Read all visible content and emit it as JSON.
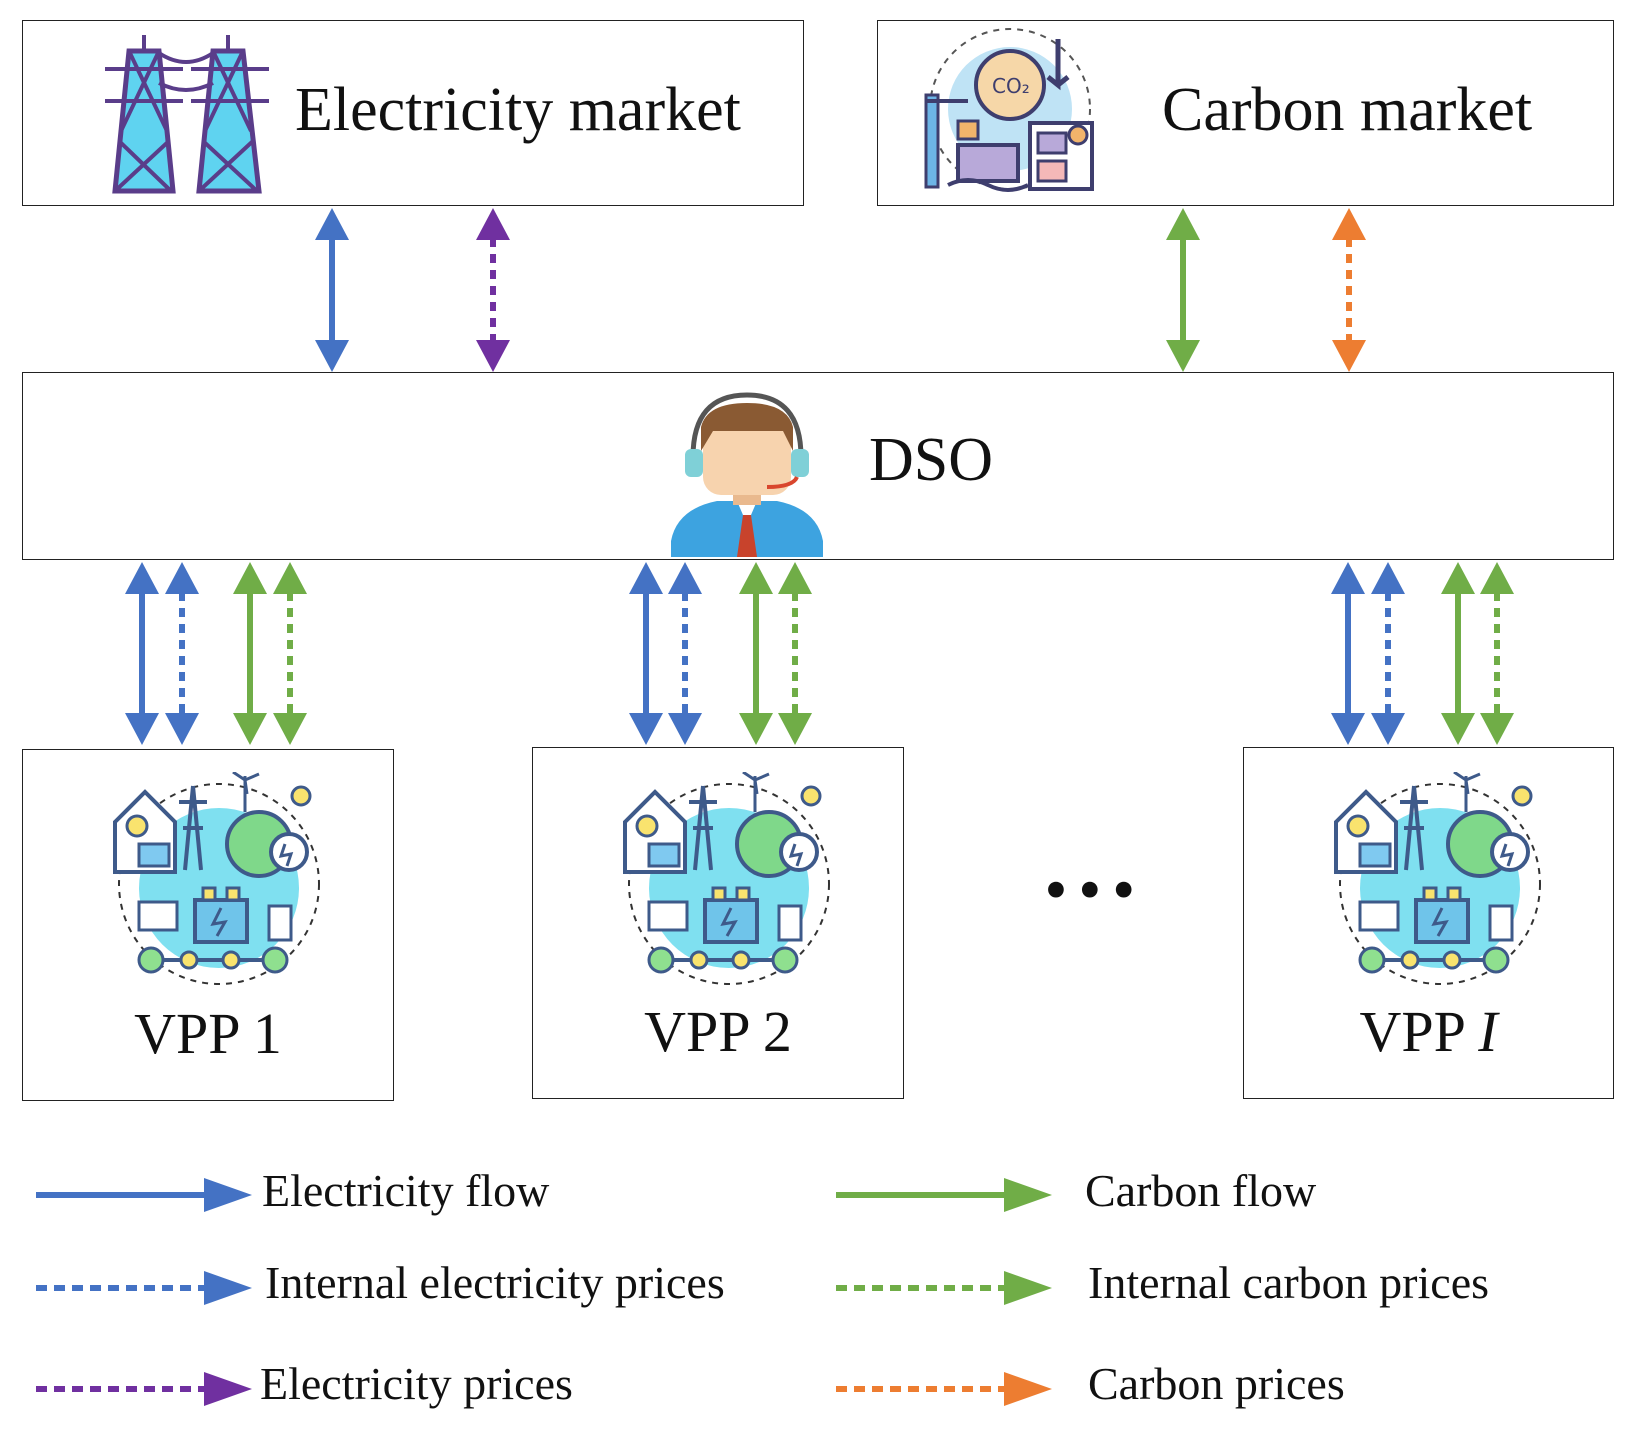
{
  "colors": {
    "electricity": "#4472c4",
    "carbon": "#70ad47",
    "electricity_price": "#7030a0",
    "carbon_price": "#ed7d31"
  },
  "nodes": {
    "electricity_market": "Electricity market",
    "carbon_market": "Carbon market",
    "dso": "DSO",
    "vpp1": {
      "prefix": "VPP",
      "index": "1"
    },
    "vpp2": {
      "prefix": "VPP",
      "index": "2"
    },
    "vpp3": {
      "prefix": "VPP",
      "index": "I"
    },
    "ellipsis": "•••"
  },
  "legend": {
    "electricity_flow": "Electricity flow",
    "internal_electricity_prices": "Internal electricity prices",
    "electricity_prices": "Electricity prices",
    "carbon_flow": "Carbon flow",
    "internal_carbon_prices": "Internal carbon prices",
    "carbon_prices": "Carbon prices"
  },
  "icons": {
    "electricity_market": "transmission-tower-icon",
    "carbon_market": "carbon-market-icon",
    "dso": "operator-headset-icon",
    "vpp": "virtual-power-plant-icon"
  }
}
